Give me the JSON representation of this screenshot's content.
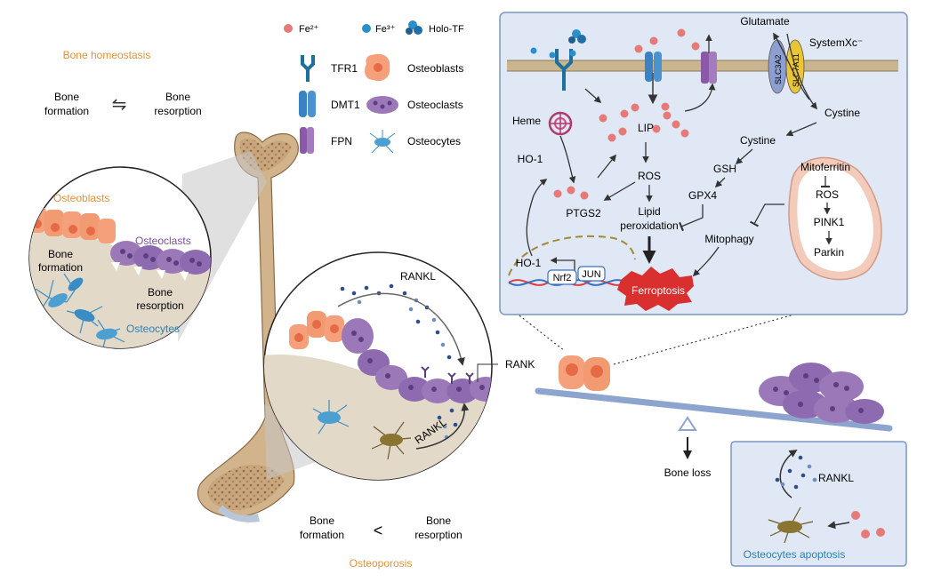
{
  "colors": {
    "orange": "#e8923a",
    "purple": "#7b4f9d",
    "blue": "#2f7fb0",
    "fe2": "#e67a78",
    "fe3": "#2d8fc9",
    "panel_bg": "#dfe8f4",
    "panel_border": "#7c96bd",
    "ferroptosis_red": "#d92f2f"
  },
  "left": {
    "homeostasis_title": "Bone homeostasis",
    "formation": [
      "Bone",
      "formation"
    ],
    "resorption": [
      "Bone",
      "resorption"
    ],
    "equilibrium_symbol": "⇋",
    "circle": {
      "osteoblasts": "Osteoblasts",
      "osteoclasts": "Osteoclasts",
      "formation": [
        "Bone",
        "formation"
      ],
      "resorption": [
        "Bone",
        "resorption"
      ],
      "osteocytes": "Osteocytes"
    }
  },
  "legend": {
    "fe2": "Fe²⁺",
    "fe3": "Fe³⁺",
    "holo_tf": "Holo-TF",
    "tfr1": "TFR1",
    "dmt1": "DMT1",
    "fpn": "FPN",
    "osteoblasts": "Osteoblasts",
    "osteoclasts": "Osteoclasts",
    "osteocytes": "Osteocytes"
  },
  "mid_circle": {
    "rankl_top": "RANKL",
    "rankl_bottom": "RANKL",
    "rank": "RANK"
  },
  "bottom": {
    "formation": [
      "Bone",
      "formation"
    ],
    "less_than": "<",
    "resorption": [
      "Bone",
      "resorption"
    ],
    "osteoporosis": "Osteoporosis",
    "bone_loss": "Bone loss"
  },
  "pathway": {
    "glutamate": "Glutamate",
    "systemxc": "SystemXc⁻",
    "slc3a2": "SLC3A2",
    "slc7a11": "SLC7A11",
    "cystine_1": "Cystine",
    "cystine_2": "Cystine",
    "heme": "Heme",
    "lip": "LIP",
    "ho1_top": "HO-1",
    "ros": "ROS",
    "gsh": "GSH",
    "gpx4": "GPX4",
    "ptgs2": "PTGS2",
    "lipid": [
      "Lipid",
      "peroxidation"
    ],
    "mitophagy": "Mitophagy",
    "mitoferritin": "Mitoferritin",
    "mito_ros": "ROS",
    "pink1": "PINK1",
    "parkin": "Parkin",
    "ho1_bottom": "HO-1",
    "nrf2": "Nrf2",
    "jun": "JUN",
    "ferroptosis": "Ferroptosis"
  },
  "apoptosis": {
    "rankl": "RANKL",
    "label": "Osteocytes apoptosis"
  }
}
